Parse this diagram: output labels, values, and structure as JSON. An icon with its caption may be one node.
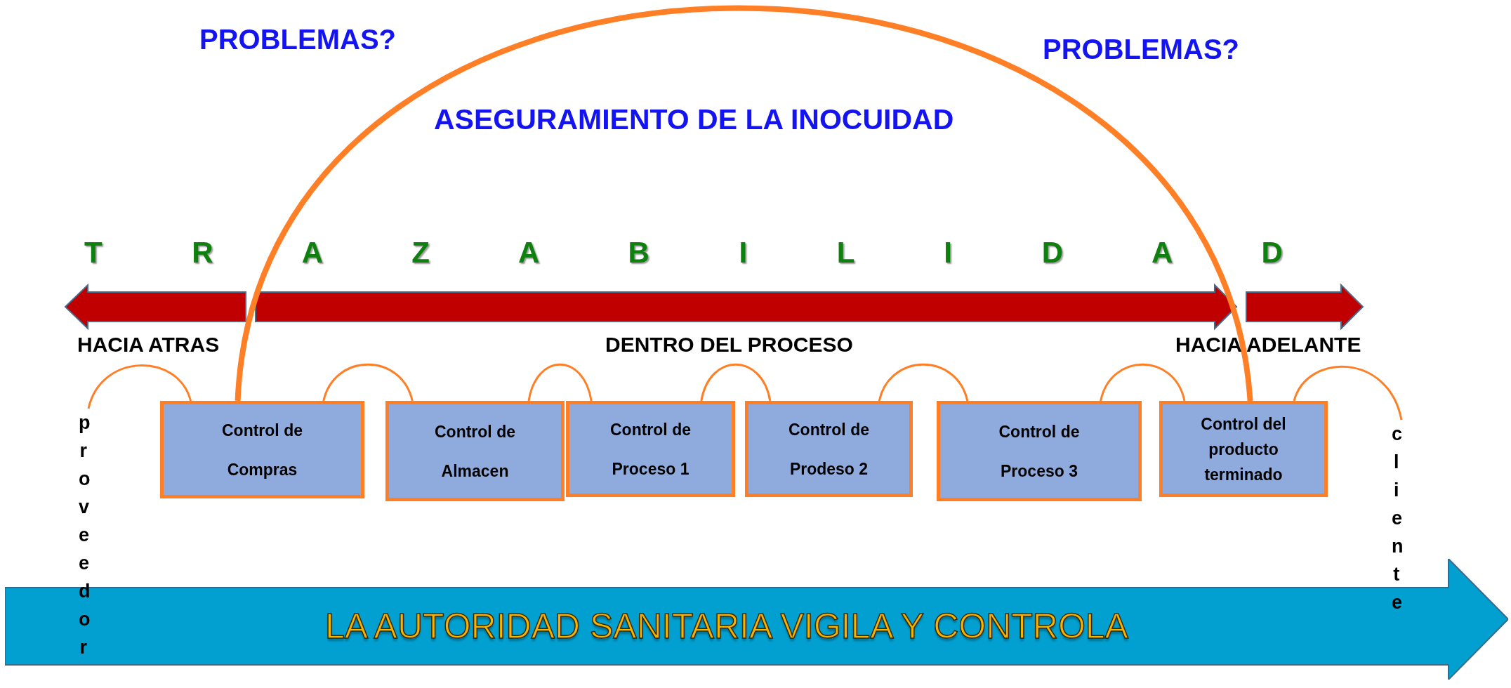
{
  "diagram": {
    "nodes": [
      {
        "text": [
          "proveedor"
        ]
      },
      {
        "text": [
          "Control de Compras"
        ]
      },
      {
        "text": [
          "Control de Almacen"
        ]
      },
      {
        "text": [
          "Control de Proceso 1"
        ]
      },
      {
        "text": [
          "Control de Prodeso 2"
        ]
      },
      {
        "text": [
          "Control de Proceso 3"
        ]
      },
      {
        "text": [
          "Control del producto terminado"
        ]
      },
      {
        "text": [
          "cliente"
        ]
      },
      {
        "text": [
          "LA AUTORIDAD SANITARIA VIGILA Y CONTROLA"
        ]
      }
    ],
    "edges": [
      {
        "from": 0,
        "to": 1,
        "arrow": "none"
      },
      {
        "from": 1,
        "to": 2,
        "arrow": "none"
      },
      {
        "from": 2,
        "to": 3,
        "arrow": "none"
      },
      {
        "from": 3,
        "to": 4,
        "arrow": "none"
      },
      {
        "from": 4,
        "to": 5,
        "arrow": "none"
      },
      {
        "from": 5,
        "to": 6,
        "arrow": "none"
      },
      {
        "from": 6,
        "to": 7,
        "arrow": "none"
      },
      {
        "from": 1,
        "to": 6,
        "arrow": "none",
        "style": "thick"
      }
    ],
    "labels": [
      "PROBLEMAS?",
      "PROBLEMAS?",
      "ASEGURAMIENTO DE LA INOCUIDAD",
      "T R A Z A B I L I D A D",
      "HACIA ATRAS",
      "DENTRO DEL PROCESO",
      "HACIA ADELANTE"
    ]
  }
}
